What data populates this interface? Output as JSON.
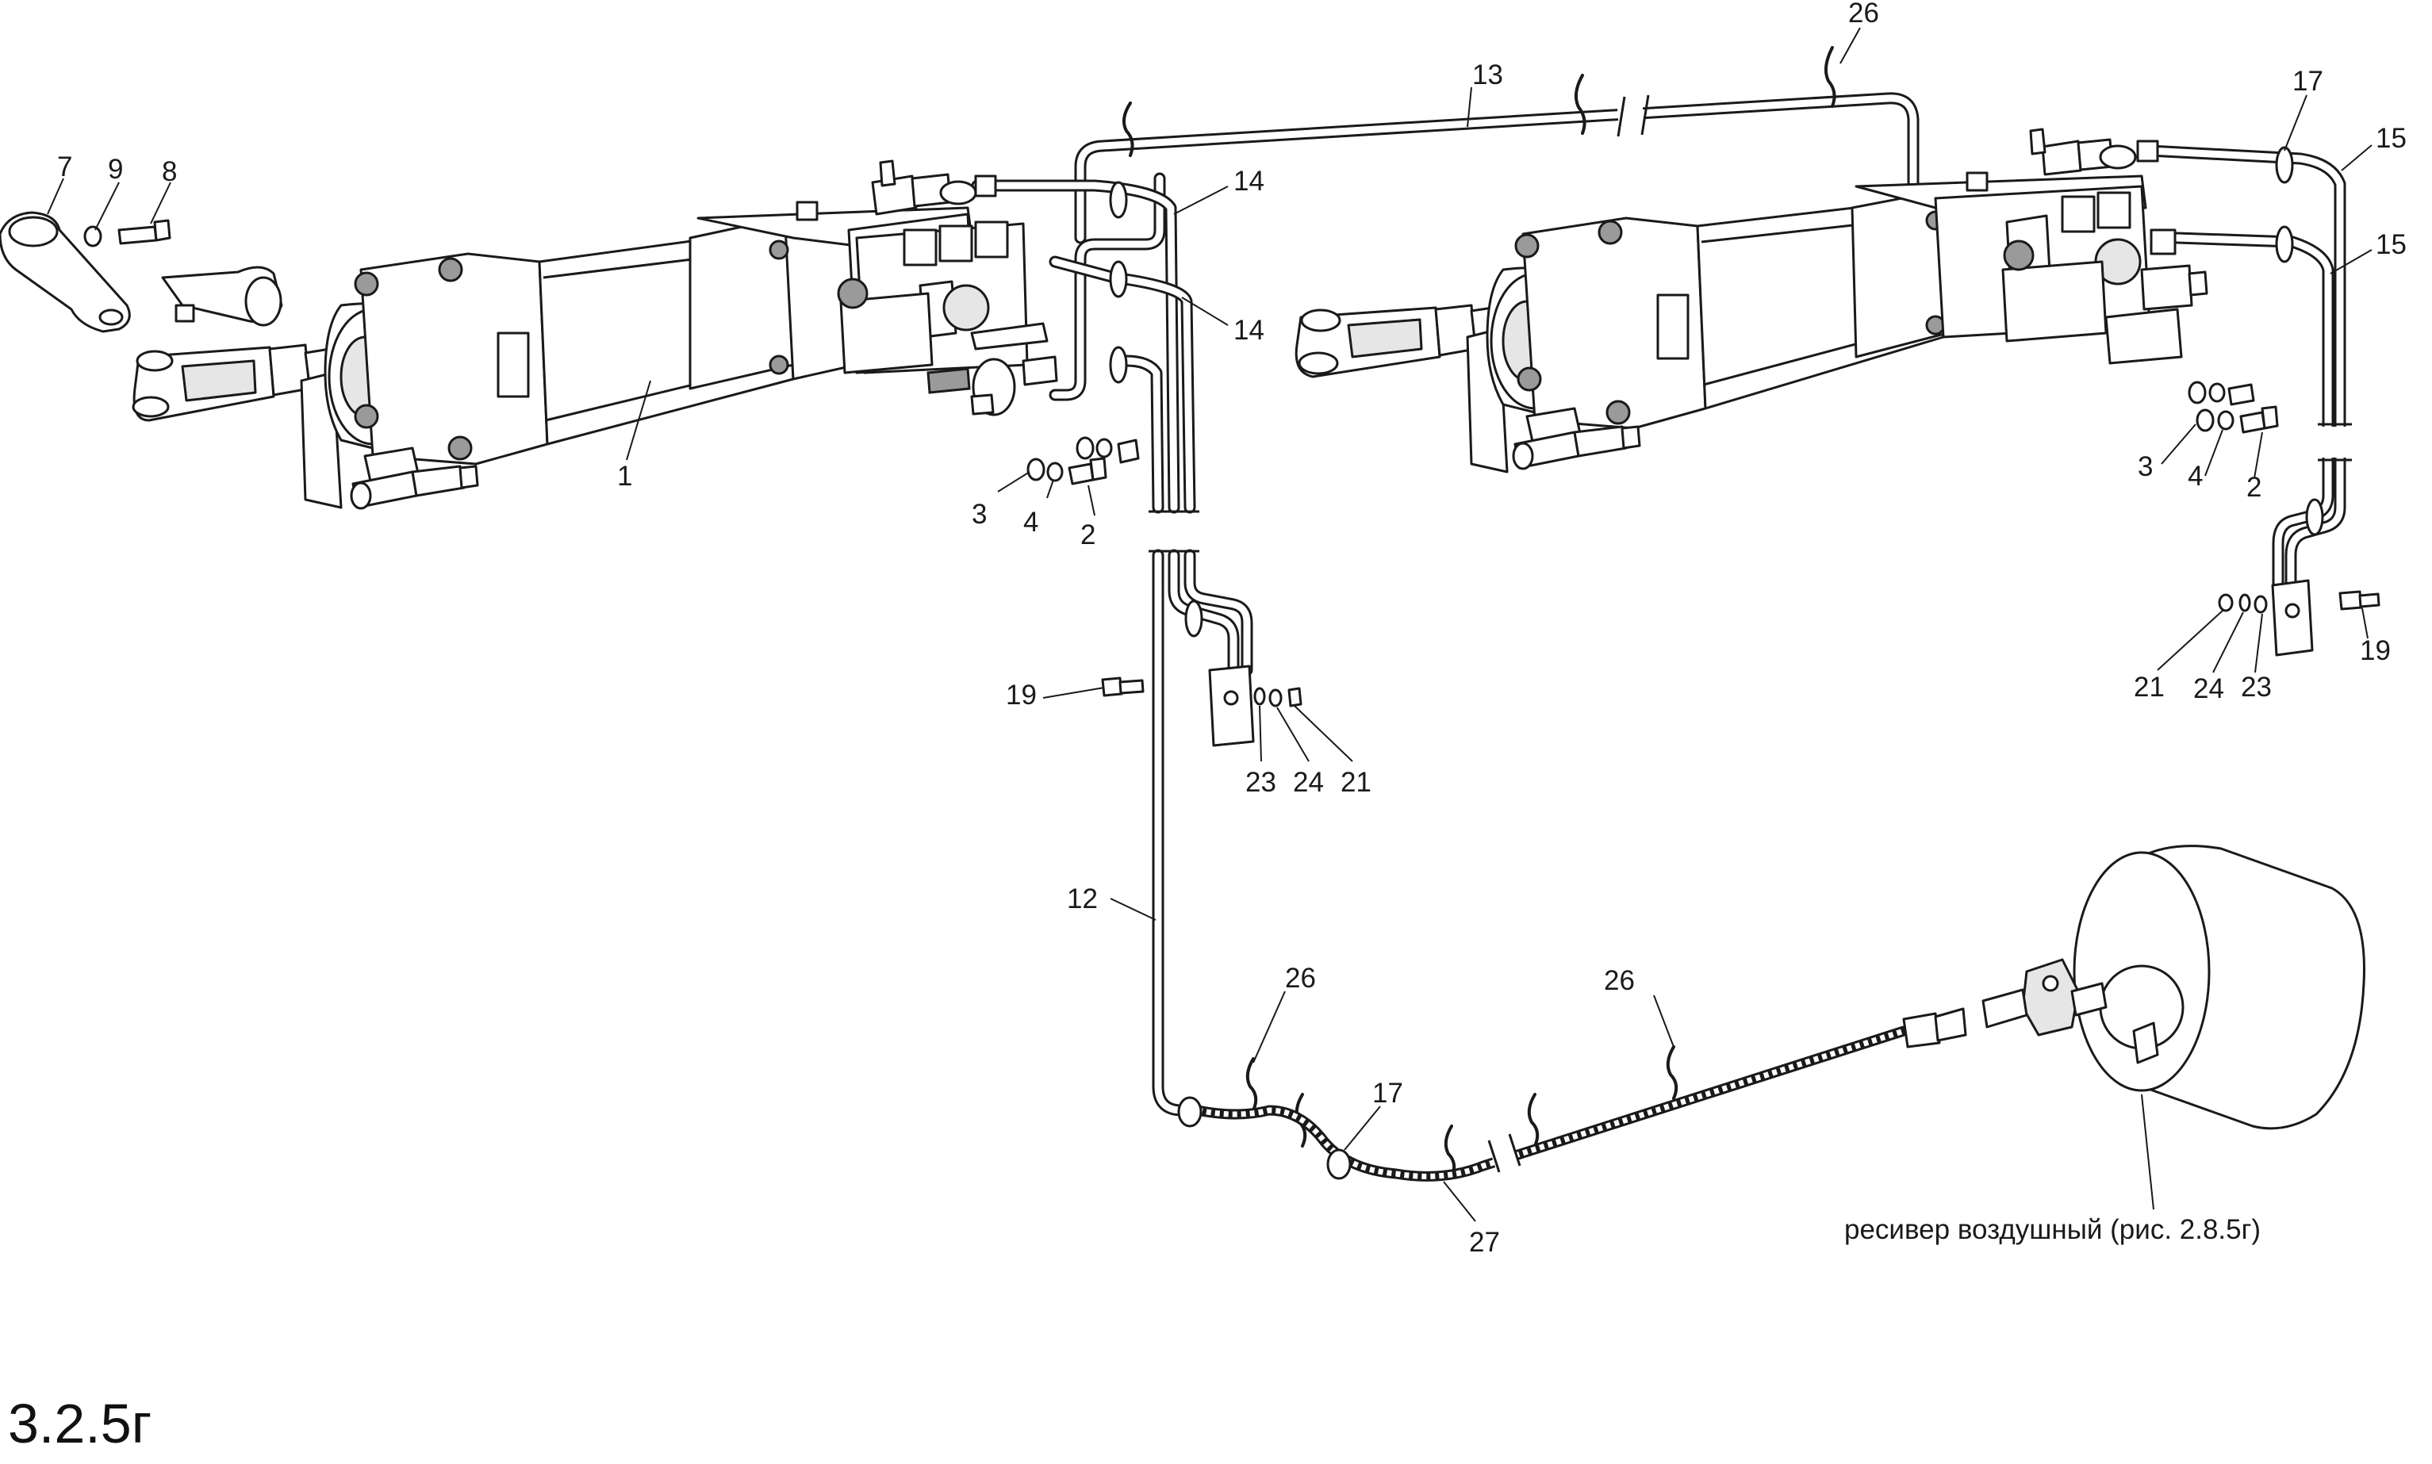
{
  "figure": {
    "number": "3.2.5г",
    "receiver_caption": "ресивер воздушный (рис. 2.8.5г)"
  },
  "callouts": [
    {
      "id": "c1",
      "text": "1"
    },
    {
      "id": "c2a",
      "text": "2"
    },
    {
      "id": "c2b",
      "text": "2"
    },
    {
      "id": "c3a",
      "text": "3"
    },
    {
      "id": "c3b",
      "text": "3"
    },
    {
      "id": "c4a",
      "text": "4"
    },
    {
      "id": "c4b",
      "text": "4"
    },
    {
      "id": "c7",
      "text": "7"
    },
    {
      "id": "c8",
      "text": "8"
    },
    {
      "id": "c9",
      "text": "9"
    },
    {
      "id": "c12",
      "text": "12"
    },
    {
      "id": "c13",
      "text": "13"
    },
    {
      "id": "c14a",
      "text": "14"
    },
    {
      "id": "c14b",
      "text": "14"
    },
    {
      "id": "c15a",
      "text": "15"
    },
    {
      "id": "c15b",
      "text": "15"
    },
    {
      "id": "c17a",
      "text": "17"
    },
    {
      "id": "c17b",
      "text": "17"
    },
    {
      "id": "c19a",
      "text": "19"
    },
    {
      "id": "c19b",
      "text": "19"
    },
    {
      "id": "c21a",
      "text": "21"
    },
    {
      "id": "c21b",
      "text": "21"
    },
    {
      "id": "c23a",
      "text": "23"
    },
    {
      "id": "c23b",
      "text": "23"
    },
    {
      "id": "c24a",
      "text": "24"
    },
    {
      "id": "c24b",
      "text": "24"
    },
    {
      "id": "c26a",
      "text": "26"
    },
    {
      "id": "c26b",
      "text": "26"
    },
    {
      "id": "c26c",
      "text": "26"
    },
    {
      "id": "c27",
      "text": "27"
    }
  ]
}
